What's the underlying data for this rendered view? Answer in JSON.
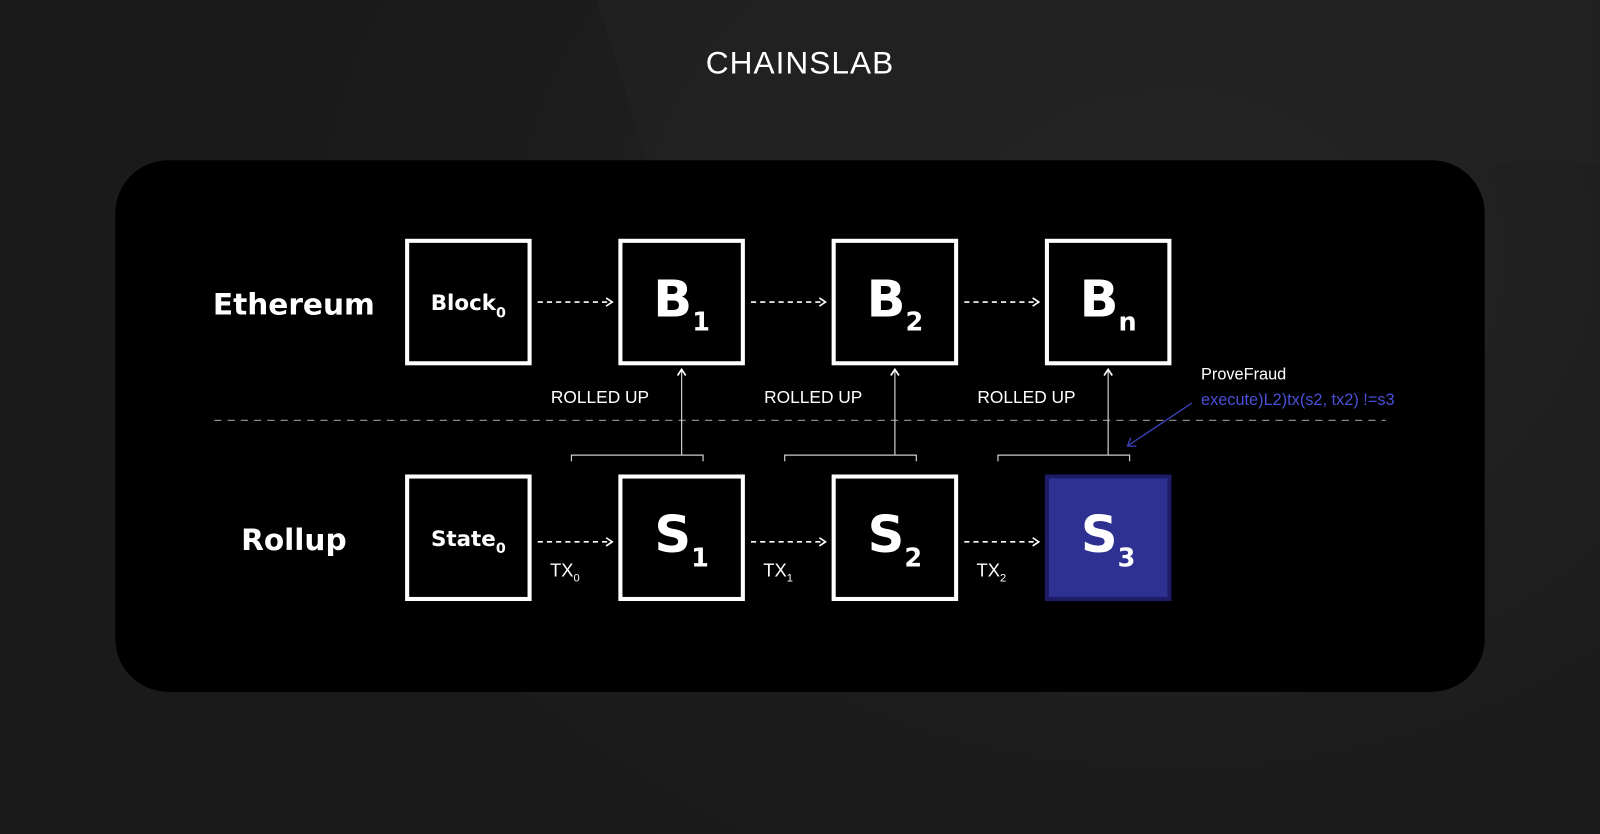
{
  "logo": "CHAINSLAB",
  "rows": {
    "top": "Ethereum",
    "bottom": "Rollup"
  },
  "top_blocks": [
    {
      "main": "Block",
      "sub": "0"
    },
    {
      "main": "B",
      "sub": "1"
    },
    {
      "main": "B",
      "sub": "2"
    },
    {
      "main": "B",
      "sub": "n"
    }
  ],
  "bottom_blocks": [
    {
      "main": "State",
      "sub": "0"
    },
    {
      "main": "S",
      "sub": "1"
    },
    {
      "main": "S",
      "sub": "2"
    },
    {
      "main": "S",
      "sub": "3"
    }
  ],
  "rolled_up": [
    "ROLLED UP",
    "ROLLED UP",
    "ROLLED UP"
  ],
  "transactions": [
    {
      "main": "TX",
      "sub": "0"
    },
    {
      "main": "TX",
      "sub": "1"
    },
    {
      "main": "TX",
      "sub": "2"
    }
  ],
  "fraud_proof": {
    "title": "ProveFraud",
    "code": "execute)L2)tx(s2, tx2) !=s3"
  },
  "colors": {
    "highlight_fill": "#2e3192",
    "highlight_border": "#1c1d66",
    "code": "#4a50d6"
  }
}
